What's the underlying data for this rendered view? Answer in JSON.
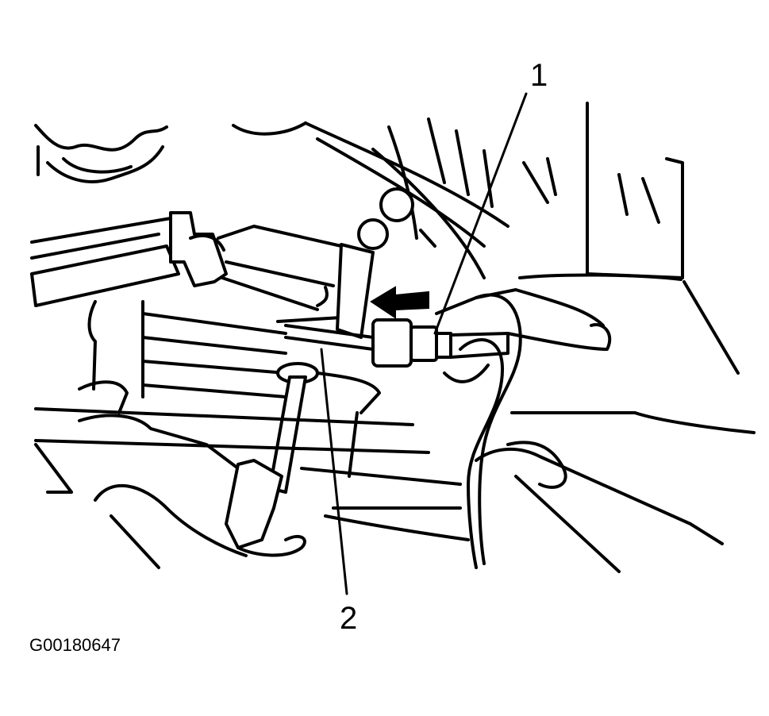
{
  "figure": {
    "callouts": [
      {
        "id": "callout-1",
        "label": "1"
      },
      {
        "id": "callout-2",
        "label": "2"
      }
    ],
    "figure_id": "G00180647",
    "colors": {
      "line": "#000000",
      "background": "#ffffff"
    },
    "icons": {
      "direction_arrow": "left-arrow-icon"
    }
  }
}
